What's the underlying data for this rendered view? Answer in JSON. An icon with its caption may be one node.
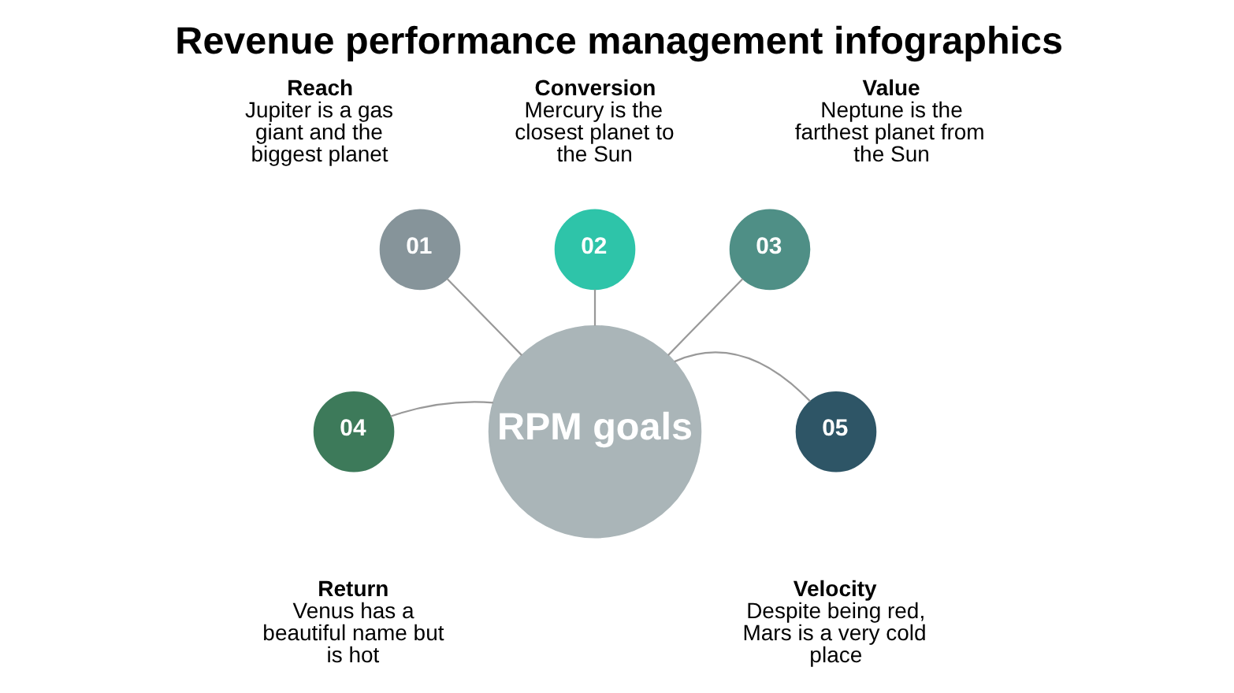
{
  "diagram": {
    "title": "Revenue performance management infographics",
    "nodes": [
      {
        "text": [
          "01"
        ],
        "beside": [
          "Reach",
          "Jupiter is a gas giant and the biggest planet"
        ]
      },
      {
        "text": [
          "02"
        ],
        "beside": [
          "Conversion",
          "Mercury is the closest planet to the Sun"
        ]
      },
      {
        "text": [
          "03"
        ],
        "beside": [
          "Value",
          "Neptune is the farthest planet from the Sun"
        ]
      },
      {
        "text": [
          "RPM goals"
        ]
      },
      {
        "text": [
          "04"
        ],
        "beside": [
          "Return",
          "Venus has a beautiful name but is hot"
        ]
      },
      {
        "text": [
          "05"
        ],
        "beside": [
          "Velocity",
          "Despite being red, Mars is a very cold place"
        ]
      }
    ],
    "edges": [
      {
        "from": 0,
        "to": 3,
        "arrow": "none"
      },
      {
        "from": 1,
        "to": 3,
        "arrow": "none"
      },
      {
        "from": 2,
        "to": 3,
        "arrow": "none"
      },
      {
        "from": 4,
        "to": 3,
        "arrow": "none"
      },
      {
        "from": 5,
        "to": 3,
        "arrow": "none"
      }
    ]
  }
}
